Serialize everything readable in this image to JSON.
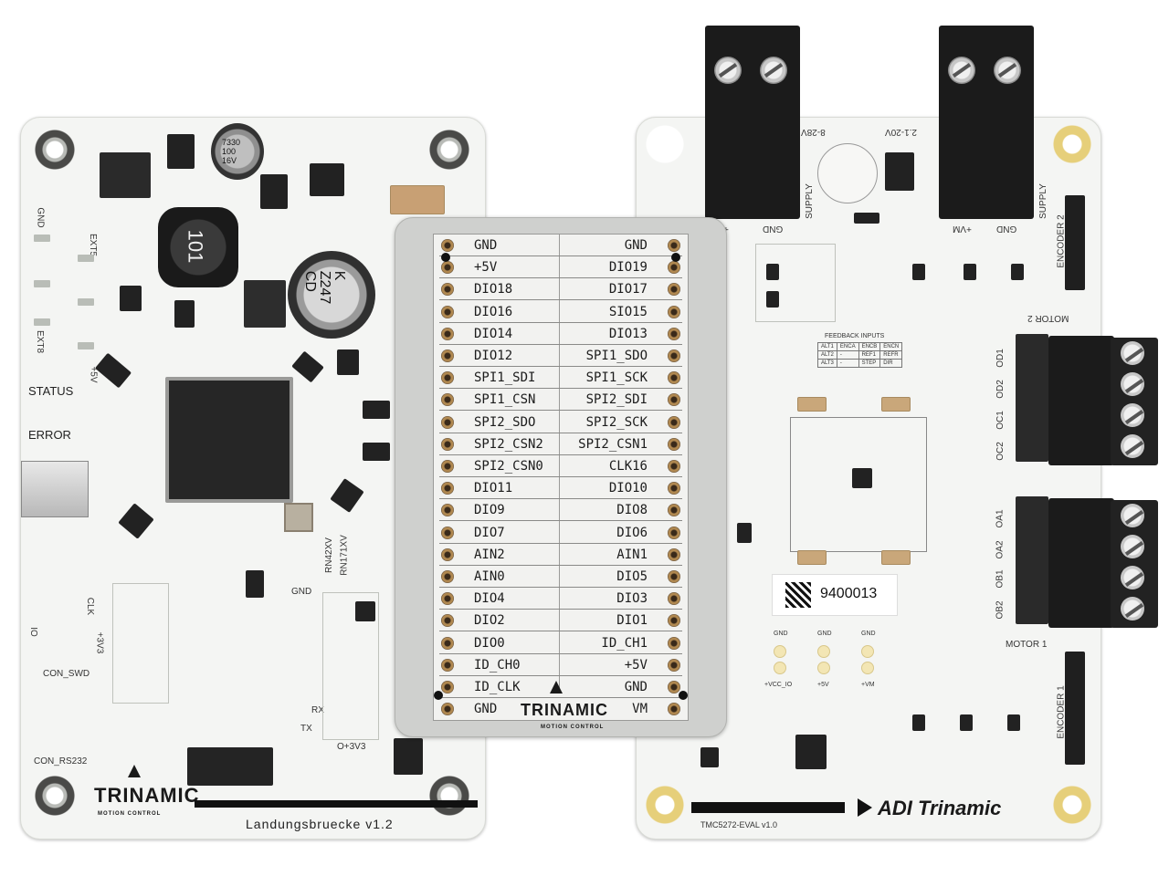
{
  "left_board": {
    "name": "Landungsbruecke v1.2",
    "brand": "TRINAMIC",
    "brand_sub": "MOTION CONTROL",
    "status_label": "STATUS",
    "error_label": "ERROR",
    "inductor_marking": "101",
    "cap_big_marking": "K\nZ247\nCD",
    "cap_small_marking": "7330\n100\n16V",
    "silk": [
      "GND",
      "EXT5",
      "EXT8",
      "+5V",
      "CON_SWD",
      "CON_RS232",
      "+3V3",
      "CLK",
      "IO",
      "RX",
      "TX",
      "GND",
      "O+3V3",
      "RN42XV",
      "RN171XV"
    ]
  },
  "adapter": {
    "brand": "TRINAMIC",
    "brand_sub": "MOTION CONTROL",
    "pins_left": [
      "GND",
      "+5V",
      "DIO18",
      "DIO16",
      "DIO14",
      "DIO12",
      "SPI1_SDI",
      "SPI1_CSN",
      "SPI2_SDO",
      "SPI2_CSN2",
      "SPI2_CSN0",
      "DIO11",
      "DIO9",
      "DIO7",
      "AIN2",
      "AIN0",
      "DIO4",
      "DIO2",
      "DIO0",
      "ID_CH0",
      "ID_CLK",
      "GND"
    ],
    "pins_right": [
      "GND",
      "DIO19",
      "DIO17",
      "SIO15",
      "DIO13",
      "SPI1_SDO",
      "SPI1_SCK",
      "SPI2_SDI",
      "SPI2_SCK",
      "SPI2_CSN1",
      "CLK16",
      "DIO10",
      "DIO8",
      "DIO6",
      "AIN1",
      "DIO5",
      "DIO3",
      "DIO1",
      "ID_CH1",
      "+5V",
      "GND",
      "VM"
    ]
  },
  "right_board": {
    "name": "TMC5272-EVAL v1.0",
    "brand": "ADI Trinamic",
    "serial": "9400013",
    "supply_labels": [
      "8-28V",
      "2.1-20V",
      "SUPPLY",
      "SUPPLY"
    ],
    "supply_pins": [
      "+VM",
      "GND",
      "+VM",
      "GND"
    ],
    "encoder_labels": [
      "ENCODER 2",
      "ENCODER 1"
    ],
    "motor_labels": [
      "MOTOR 2",
      "MOTOR 1"
    ],
    "motor2_pins": [
      "OD1",
      "OD2",
      "OC1",
      "OC2"
    ],
    "motor1_pins": [
      "OA1",
      "OA2",
      "OB1",
      "OB2"
    ],
    "feedback_title": "FEEDBACK INPUTS",
    "feedback_rows": [
      [
        "ALT1",
        "ENCA",
        "ENCB",
        "ENCN"
      ],
      [
        "ALT2",
        "-",
        "REF1",
        "REFR"
      ],
      [
        "ALT3",
        "-",
        "STEP",
        "DIR"
      ]
    ],
    "led_labels": [
      "GND",
      "GND",
      "GND",
      "+VCC_IO",
      "+5V",
      "+VM"
    ]
  }
}
